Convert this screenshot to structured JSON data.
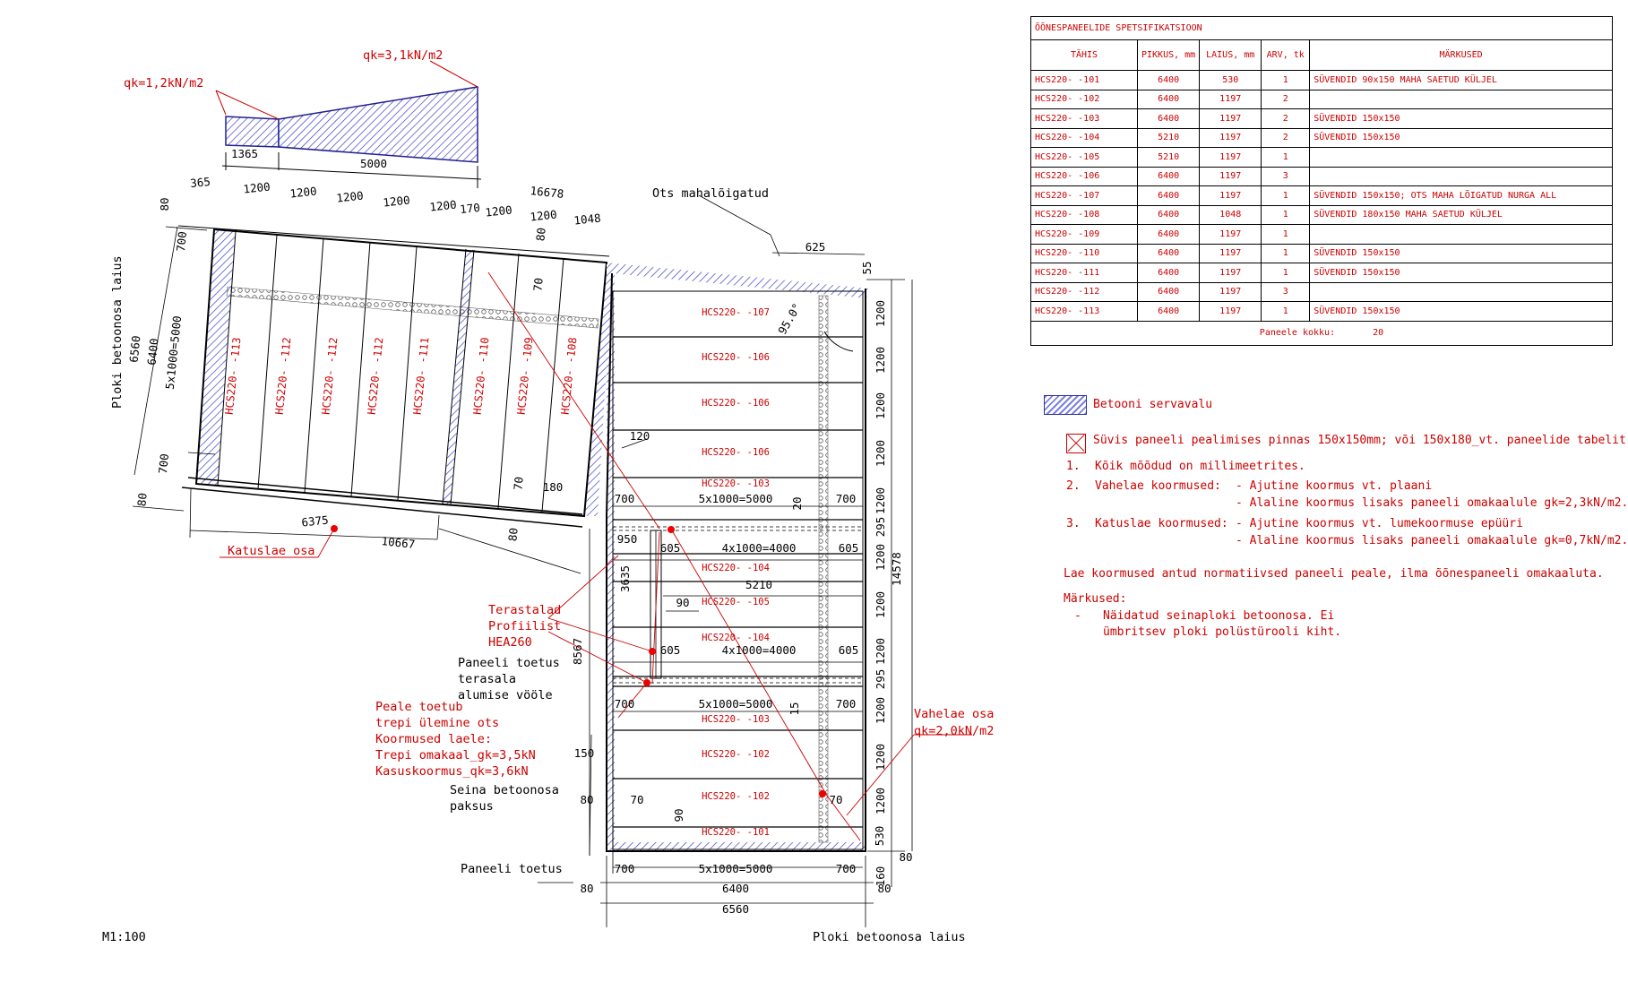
{
  "table": {
    "title": "ÕÕNESPANEELIDE SPETSIFIKATSIOON",
    "headers": [
      "TÄHIS",
      "PIKKUS, mm",
      "LAIUS, mm",
      "ARV, tk",
      "MÄRKUSED"
    ],
    "rows": [
      [
        "HCS220-  -101",
        "6400",
        "530",
        "1",
        "SÜVENDID 90x150 MAHA SAETUD KÜLJEL"
      ],
      [
        "HCS220-  -102",
        "6400",
        "1197",
        "2",
        ""
      ],
      [
        "HCS220-  -103",
        "6400",
        "1197",
        "2",
        "SÜVENDID 150x150"
      ],
      [
        "HCS220-  -104",
        "5210",
        "1197",
        "2",
        "SÜVENDID 150x150"
      ],
      [
        "HCS220-  -105",
        "5210",
        "1197",
        "1",
        ""
      ],
      [
        "HCS220-  -106",
        "6400",
        "1197",
        "3",
        ""
      ],
      [
        "HCS220-  -107",
        "6400",
        "1197",
        "1",
        "SÜVENDID 150x150; OTS MAHA LÕIGATUD NURGA ALL"
      ],
      [
        "HCS220-  -108",
        "6400",
        "1048",
        "1",
        "SÜVENDID 180x150 MAHA SAETUD KÜLJEL"
      ],
      [
        "HCS220-  -109",
        "6400",
        "1197",
        "1",
        ""
      ],
      [
        "HCS220-  -110",
        "6400",
        "1197",
        "1",
        "SÜVENDID 150x150"
      ],
      [
        "HCS220-  -111",
        "6400",
        "1197",
        "1",
        "SÜVENDID 150x150"
      ],
      [
        "HCS220-  -112",
        "6400",
        "1197",
        "3",
        ""
      ],
      [
        "HCS220-  -113",
        "6400",
        "1197",
        "1",
        "SÜVENDID 150x150"
      ]
    ],
    "total_label": "Paneele kokku:",
    "total_value": "20"
  },
  "legend": {
    "hatch": "Betooni servavalu",
    "cross": "Süvis paneeli pealimises pinnas 150x150mm; või 150x180_vt. paneelide tabelit",
    "n1": "1.",
    "n2": "2.",
    "n3": "3.",
    "note1": "Kõik mõõdud on millimeetrites.",
    "note2_label": "Vahelae koormused:",
    "note2_a": "- Ajutine koormus vt. plaani",
    "note2_b": "- Alaline koormus  lisaks paneeli omakaalule gk=2,3kN/m2.",
    "note3_label": "Katuslae koormused:",
    "note3_a": "- Ajutine koormus vt. lumekoormuse epüüri",
    "note3_b": "- Alaline koormus  lisaks paneeli omakaalule gk=0,7kN/m2.",
    "note4": "Lae koormused antud normatiivsed paneeli peale, ilma õõnespaneeli omakaaluta.",
    "remarks_title": "Märkused:",
    "remark_dash": "-",
    "remark_1": "Näidatud seinaploki betoonosa. Ei",
    "remark_2": "ümbritsev ploki polüstürooli kiht."
  },
  "drawing": {
    "scale": "M1:100",
    "load_roof_left": "qk=1,2kN/m2",
    "load_roof_right": "qk=3,1kN/m2",
    "load_floor_1": "Vahelae osa",
    "load_floor_2": "qk=2,0kN/m2",
    "ots": "Ots mahalõigatud",
    "katuslae": "Katuslae osa",
    "ploki_laius_left": "Ploki betoonosa laius",
    "ploki_laius_bottom": "Ploki betoonosa laius",
    "terastalad_1": "Terastalad",
    "terastalad_2": "Profiilist",
    "terastalad_3": "HEA260",
    "paneeli_toetus_1": "Paneeli toetus",
    "paneeli_toetus_2": "terasala",
    "paneeli_toetus_3": "alumise vööle",
    "peale_1": "Peale toetub",
    "peale_2": "trepi ülemine ots",
    "peale_3": "Koormused laele:",
    "peale_4": "Trepi omakaal_gk=3,5kN",
    "peale_5": "Kasuskoormus_qk=3,6kN",
    "seina_1": "Seina betoonosa",
    "seina_2": "paksus",
    "paneeli_toetus_bottom": "Paneeli toetus",
    "panels_left": [
      "HCS220-  -113",
      "HCS220-  -112",
      "HCS220-  -112",
      "HCS220-  -112",
      "HCS220-  -111",
      "HCS220-  -110",
      "HCS220-  -109",
      "HCS220-  -108"
    ],
    "panels_right": [
      [
        "HCS220-  -107",
        352
      ],
      [
        "HCS220-  -106",
        402
      ],
      [
        "HCS220-  -106",
        453
      ],
      [
        "HCS220-  -106",
        508
      ],
      [
        "HCS220-  -103",
        543
      ],
      [
        "HCS220-  -104",
        637
      ],
      [
        "HCS220-  -105",
        675
      ],
      [
        "HCS220-  -104",
        715
      ],
      [
        "HCS220-  -103",
        806
      ],
      [
        "HCS220-  -102",
        845
      ],
      [
        "HCS220-  -102",
        892
      ],
      [
        "HCS220-  -101",
        932
      ]
    ],
    "dims": [
      [
        "1365",
        273,
        176,
        0
      ],
      [
        "5000",
        417,
        187,
        0
      ],
      [
        "365",
        224,
        208,
        -6
      ],
      [
        "1200",
        287,
        214,
        -6
      ],
      [
        "1200",
        339,
        219,
        -6
      ],
      [
        "1200",
        391,
        224,
        -6
      ],
      [
        "1200",
        443,
        229,
        -6
      ],
      [
        "1200",
        495,
        234,
        -6
      ],
      [
        "170",
        525,
        237,
        -6
      ],
      [
        "1200",
        557,
        240,
        -6
      ],
      [
        "1200",
        607,
        245,
        -6
      ],
      [
        "1048",
        656,
        249,
        -6
      ],
      [
        "16678",
        610,
        219,
        6
      ],
      [
        "80",
        188,
        228,
        -90
      ],
      [
        "700",
        207,
        270,
        -84
      ],
      [
        "6560",
        155,
        390,
        -84
      ],
      [
        "6400",
        175,
        393,
        -84
      ],
      [
        "5x1000=5000",
        198,
        394,
        -84
      ],
      [
        "700",
        187,
        518,
        -84
      ],
      [
        "80",
        163,
        558,
        -84
      ],
      [
        "80",
        608,
        262,
        -84
      ],
      [
        "70",
        605,
        318,
        -84
      ],
      [
        "70",
        583,
        540,
        -84
      ],
      [
        "180",
        617,
        548,
        0
      ],
      [
        "80",
        577,
        597,
        -84
      ],
      [
        "6375",
        352,
        586,
        -6
      ],
      [
        "10667",
        444,
        610,
        6
      ],
      [
        "625",
        910,
        280,
        0
      ],
      [
        "55",
        972,
        299,
        -90
      ],
      [
        "95.0°",
        885,
        358,
        -60
      ],
      [
        "120",
        714,
        491,
        0
      ],
      [
        "700",
        697,
        561,
        0
      ],
      [
        "5x1000=5000",
        821,
        561,
        0
      ],
      [
        "20",
        894,
        562,
        -90
      ],
      [
        "700",
        944,
        561,
        0
      ],
      [
        "950",
        700,
        606,
        0
      ],
      [
        "605",
        748,
        616,
        0
      ],
      [
        "4x1000=4000",
        847,
        616,
        0
      ],
      [
        "605",
        947,
        616,
        0
      ],
      [
        "5210",
        847,
        657,
        0
      ],
      [
        "3635",
        702,
        646,
        -90
      ],
      [
        "90",
        762,
        677,
        0
      ],
      [
        "605",
        748,
        730,
        0
      ],
      [
        "4x1000=4000",
        847,
        730,
        0
      ],
      [
        "605",
        947,
        730,
        0
      ],
      [
        "8567",
        649,
        727,
        -90
      ],
      [
        "700",
        697,
        790,
        0
      ],
      [
        "5x1000=5000",
        821,
        790,
        0
      ],
      [
        "15",
        891,
        791,
        -90
      ],
      [
        "700",
        944,
        790,
        0
      ],
      [
        "150",
        652,
        845,
        0
      ],
      [
        "80",
        655,
        897,
        0
      ],
      [
        "70",
        711,
        897,
        0
      ],
      [
        "70",
        933,
        897,
        0
      ],
      [
        "90",
        762,
        910,
        -90
      ],
      [
        "700",
        697,
        974,
        0
      ],
      [
        "5x1000=5000",
        821,
        974,
        0
      ],
      [
        "700",
        944,
        974,
        0
      ],
      [
        "6400",
        821,
        996,
        0
      ],
      [
        "80",
        655,
        996,
        0
      ],
      [
        "80",
        987,
        996,
        0
      ],
      [
        "6560",
        821,
        1019,
        0
      ],
      [
        "80",
        1011,
        961,
        0
      ],
      [
        "160",
        987,
        978,
        -90
      ],
      [
        "530",
        986,
        933,
        -90
      ],
      [
        "14578",
        1005,
        635,
        -90
      ],
      [
        "1200",
        987,
        350,
        -90
      ],
      [
        "1200",
        987,
        402,
        -90
      ],
      [
        "1200",
        987,
        453,
        -90
      ],
      [
        "1200",
        987,
        506,
        -90
      ],
      [
        "1200",
        987,
        559,
        -90
      ],
      [
        "295",
        987,
        588,
        -90
      ],
      [
        "1200",
        987,
        622,
        -90
      ],
      [
        "1200",
        987,
        675,
        -90
      ],
      [
        "1200",
        987,
        727,
        -90
      ],
      [
        "295",
        987,
        758,
        -90
      ],
      [
        "1200",
        987,
        793,
        -90
      ],
      [
        "1200",
        987,
        845,
        -90
      ],
      [
        "1200",
        987,
        894,
        -90
      ]
    ]
  }
}
